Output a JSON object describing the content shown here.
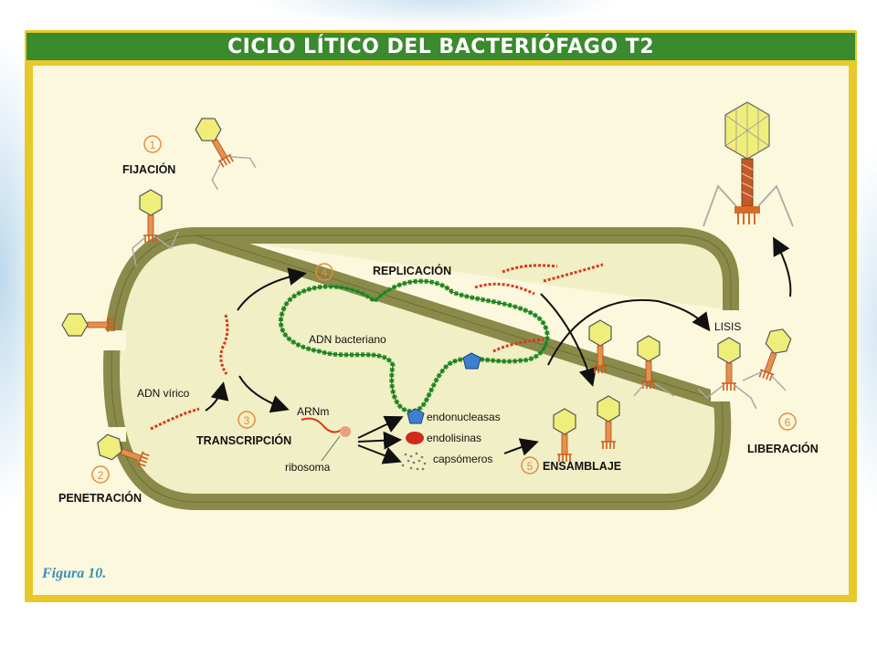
{
  "title": "CICLO LÍTICO DEL BACTERIÓFAGO T2",
  "figure_caption": "Figura 10.",
  "steps": {
    "s1": {
      "number": "1",
      "label": "FIJACIÓN"
    },
    "s2": {
      "number": "2",
      "label": "PENETRACIÓN"
    },
    "s3": {
      "number": "3",
      "label": "TRANSCRIPCIÓN"
    },
    "s4": {
      "number": "4",
      "label": "REPLICACIÓN"
    },
    "s5": {
      "number": "5",
      "label": "ENSAMBLAJE"
    },
    "s6": {
      "number": "6",
      "label": "LIBERACIÓN"
    }
  },
  "labels": {
    "adn_virico": "ADN vírico",
    "adn_bacteriano": "ADN bacteriano",
    "arnm": "ARNm",
    "ribosoma": "ribosoma",
    "endonucleasas": "endonucleasas",
    "endolisinas": "endolisinas",
    "capsomeros": "capsómeros",
    "lisis": "LISIS"
  },
  "colors": {
    "frame": "#e7c92b",
    "title_bar": "#3a8a2e",
    "panel": "#fbf8dd",
    "cell_wall": "#8a8a4a",
    "bacterial_dna": "#2e9a2e",
    "viral_dna": "#d83a1a",
    "phage_head": "#f0ee7a",
    "phage_tail": "#e8904a",
    "endonuclease": "#3f7fd0",
    "endolysin": "#d02a1a",
    "step_circle": "#e88a3a",
    "caption": "#3a8fb7"
  }
}
